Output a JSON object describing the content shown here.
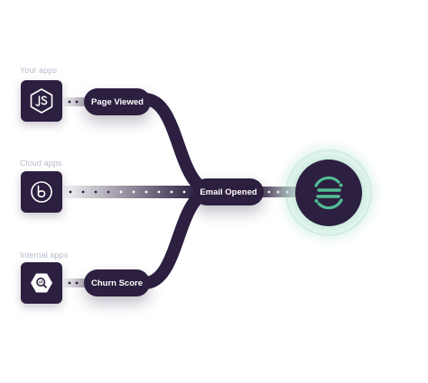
{
  "sources": [
    {
      "label": "Your apps",
      "icon": "nodejs-icon"
    },
    {
      "label": "Cloud apps",
      "icon": "cloud-app-b-icon"
    },
    {
      "label": "Internal apps",
      "icon": "bigquery-icon"
    }
  ],
  "events": {
    "page_viewed": "Page Viewed",
    "email_opened": "Email Opened",
    "churn_score": "Churn Score"
  },
  "hub": {
    "icon": "segment-logo-icon"
  },
  "colors": {
    "dark": "#2c1f3f",
    "accent": "#52bd95",
    "label": "#b9bccb"
  }
}
